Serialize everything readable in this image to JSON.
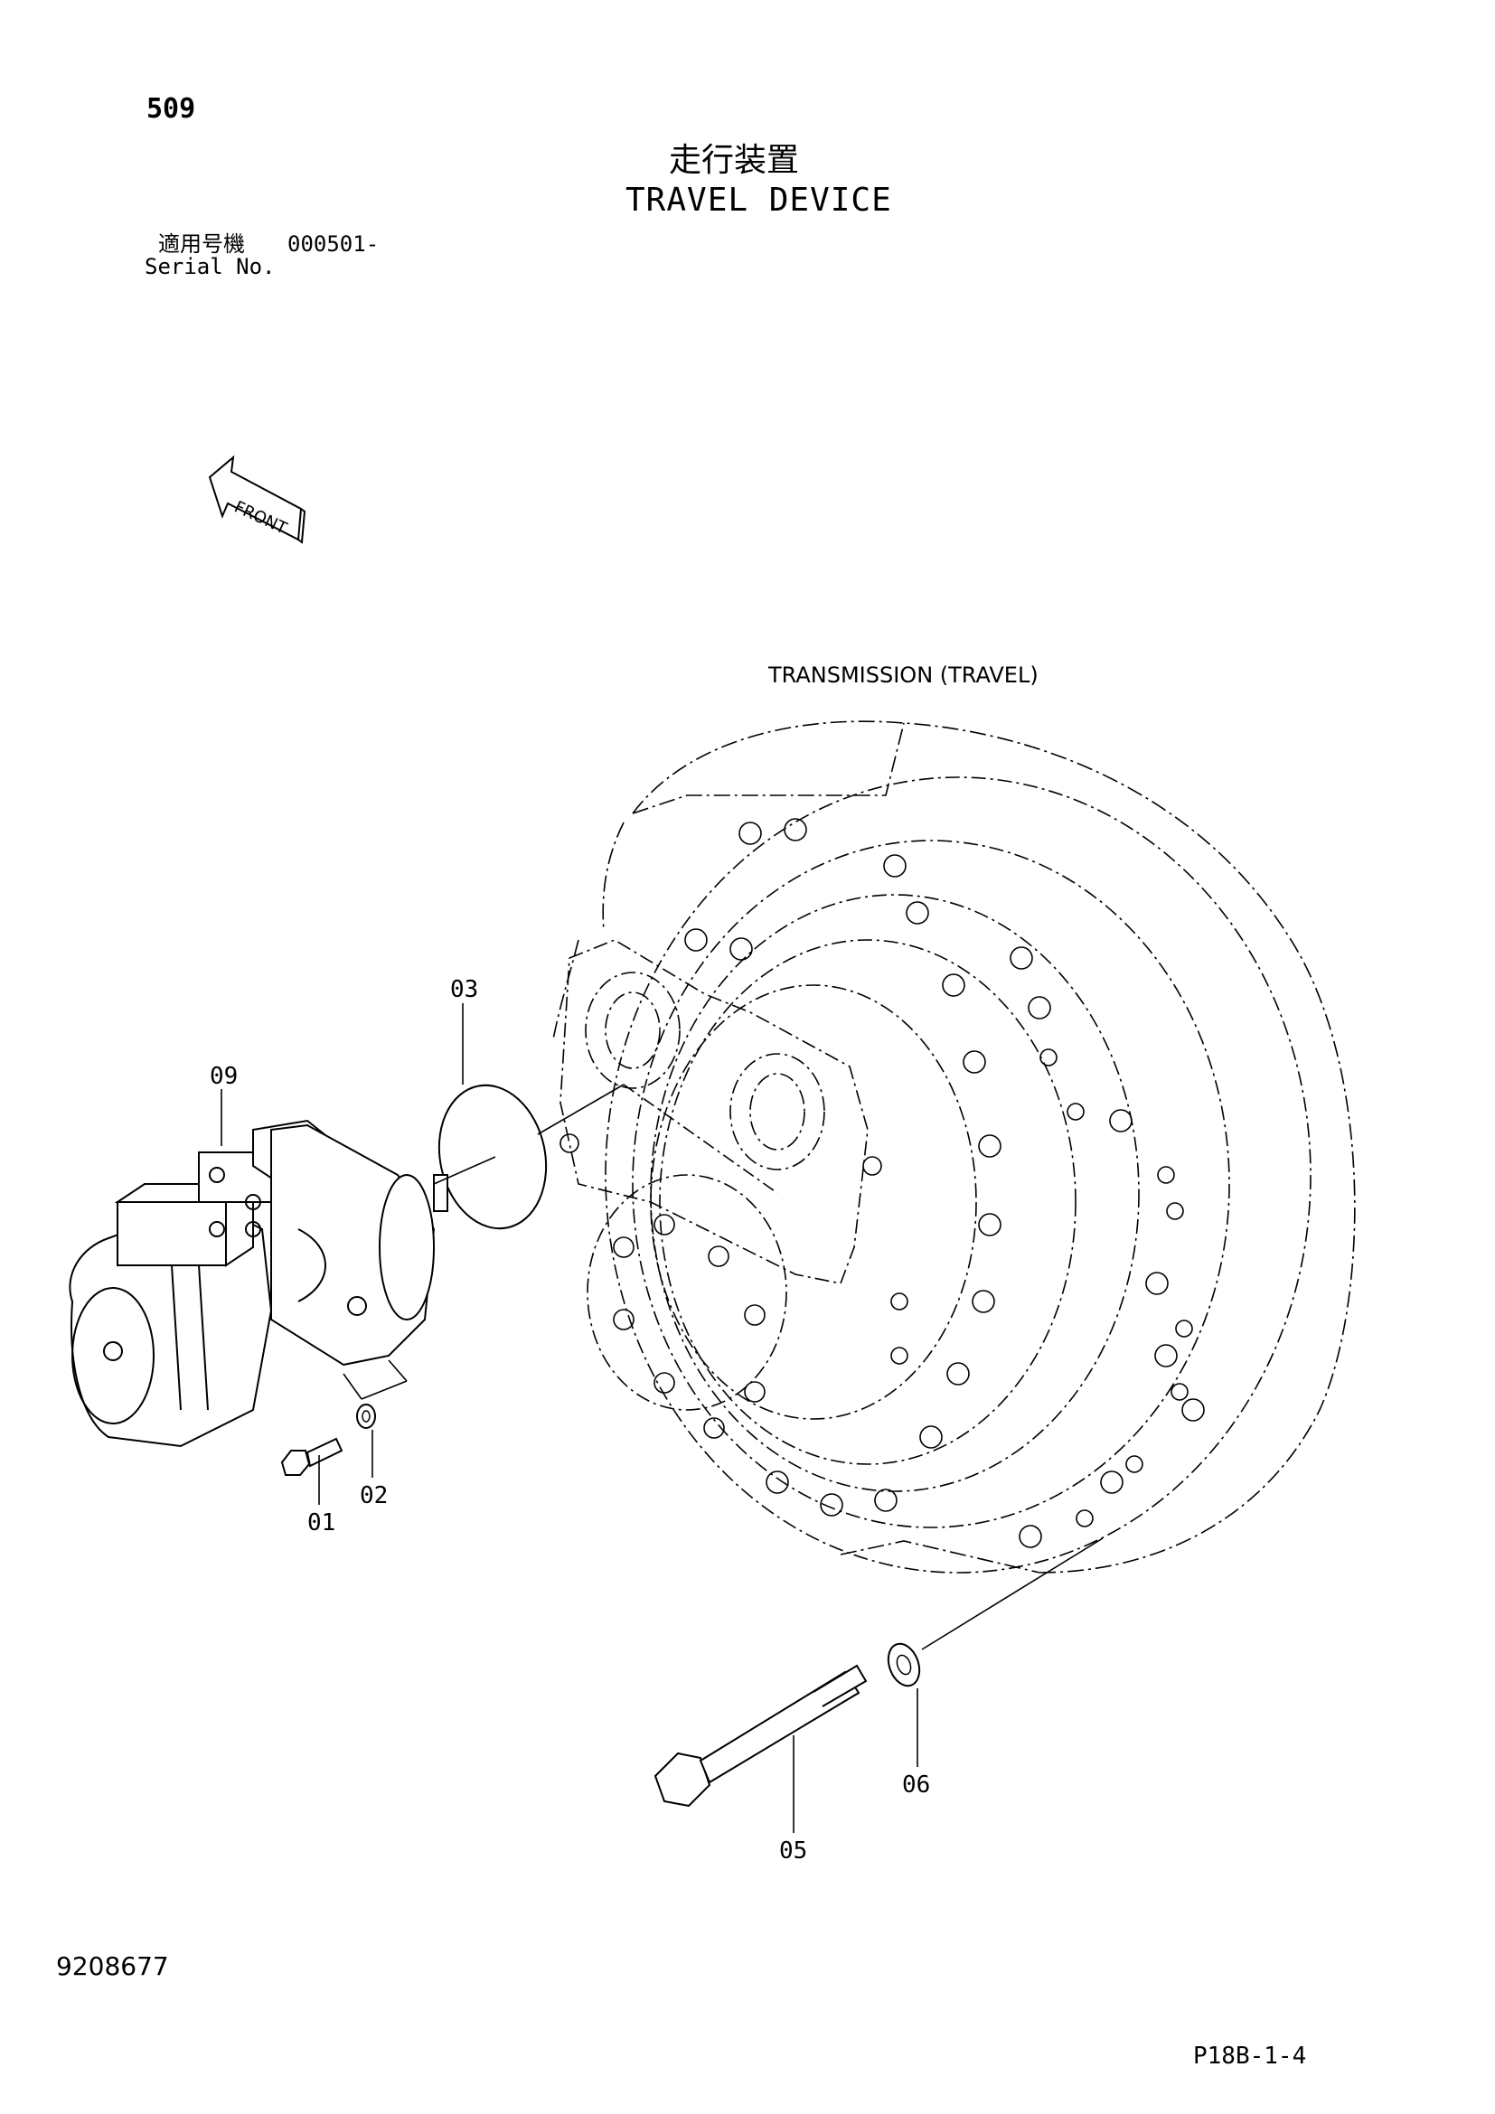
{
  "header": {
    "page_number": "509",
    "title_jp": "走行装置",
    "title_en": "TRAVEL DEVICE",
    "serial_label_jp": "適用号機",
    "serial_value": "000501-",
    "serial_label_en": "Serial No."
  },
  "diagram": {
    "front_label": "FRONT",
    "assembly_label": "TRANSMISSION (TRAVEL)",
    "callouts": [
      "01",
      "02",
      "03",
      "05",
      "06",
      "09"
    ]
  },
  "footer": {
    "doc_number": "9208677",
    "page_code": "P18B-1-4"
  }
}
